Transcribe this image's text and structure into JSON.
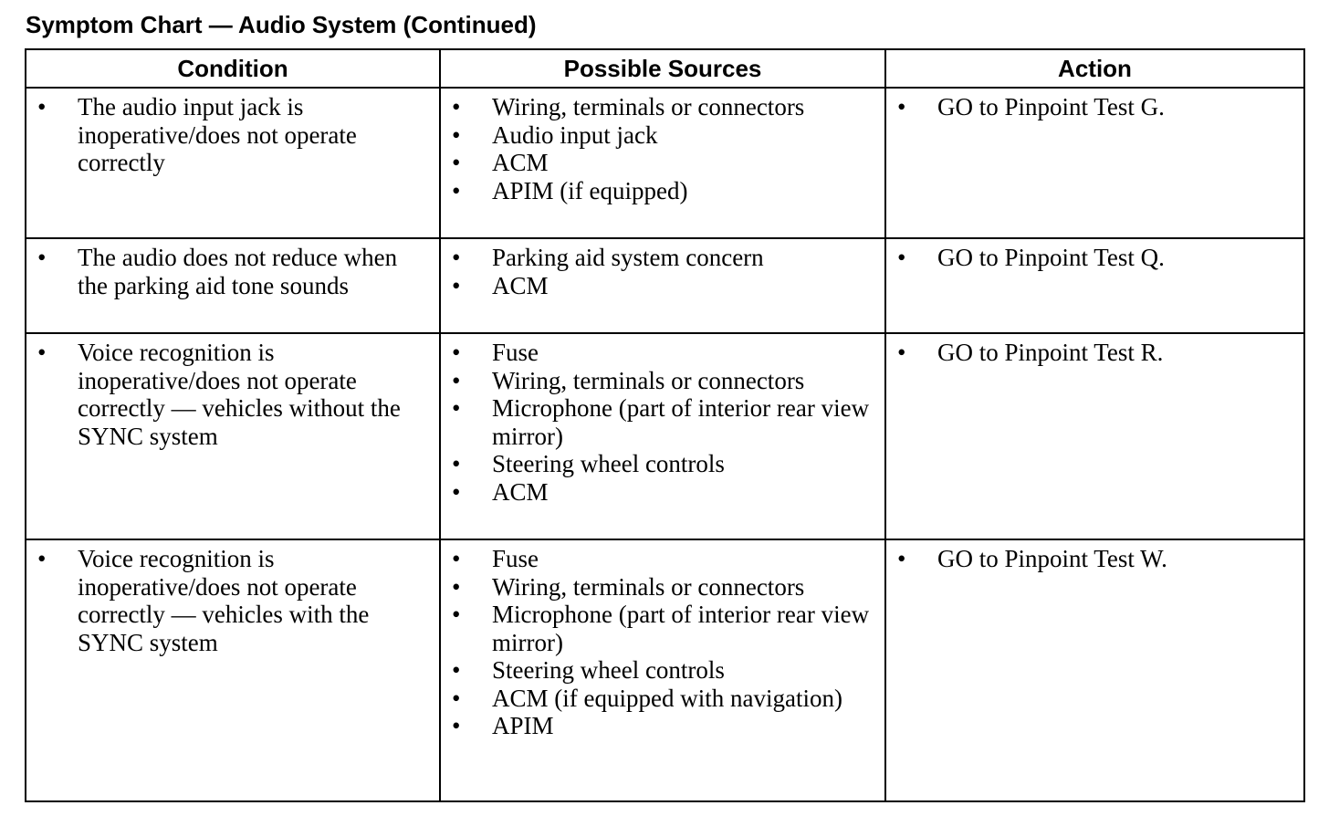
{
  "title": "Symptom Chart — Audio System (Continued)",
  "table": {
    "headers": [
      "Condition",
      "Possible Sources",
      "Action"
    ],
    "rows": [
      {
        "condition": "The audio input jack is inoperative/does not operate correctly",
        "sources": [
          "Wiring, terminals or connectors",
          "Audio input jack",
          "ACM",
          "APIM (if equipped)"
        ],
        "action": "GO to Pinpoint Test G."
      },
      {
        "condition": "The audio does not reduce when the parking aid tone sounds",
        "sources": [
          "Parking aid system concern",
          "ACM"
        ],
        "action": "GO to Pinpoint Test Q."
      },
      {
        "condition": "Voice recognition is inoperative/does not operate correctly — vehicles without the SYNC system",
        "sources": [
          "Fuse",
          "Wiring, terminals or connectors",
          "Microphone (part of interior rear view mirror)",
          "Steering wheel controls",
          "ACM"
        ],
        "action": "GO to Pinpoint Test R."
      },
      {
        "condition": "Voice recognition is inoperative/does not operate correctly — vehicles with the SYNC system",
        "sources": [
          "Fuse",
          "Wiring, terminals or connectors",
          "Microphone (part of interior rear view mirror)",
          "Steering wheel controls",
          "ACM (if equipped with navigation)",
          "APIM"
        ],
        "action": "GO to Pinpoint Test W."
      }
    ]
  }
}
